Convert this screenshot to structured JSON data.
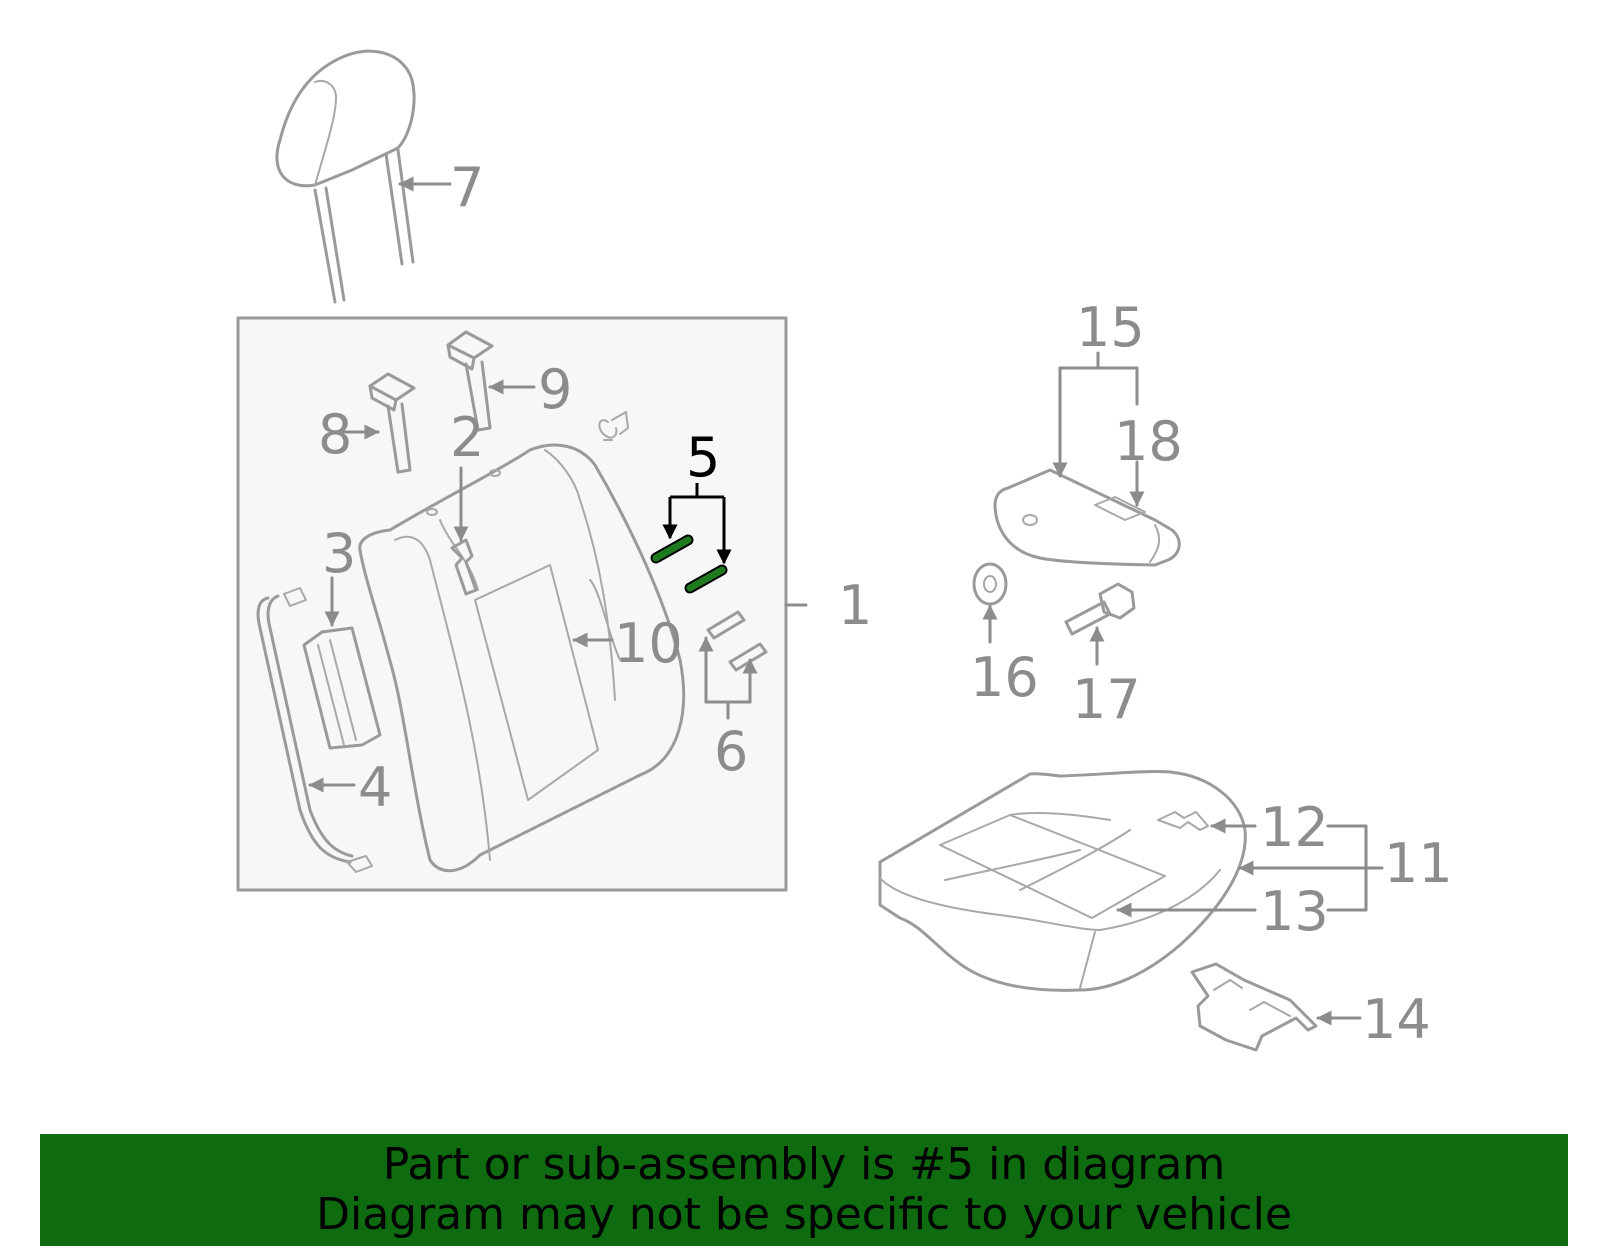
{
  "colors": {
    "background": "#ffffff",
    "line": "#9a9a9a",
    "label": "#8c8c8c",
    "highlight_label": "#000000",
    "highlight_part": "#1e7a1e",
    "frame_fill": "#f7f7f7",
    "banner": "#0f6b10",
    "banner_text": "#000000"
  },
  "highlighted_part": "5",
  "callouts": {
    "p1": "1",
    "p2": "2",
    "p3": "3",
    "p4": "4",
    "p5": "5",
    "p6": "6",
    "p7": "7",
    "p8": "8",
    "p9": "9",
    "p10": "10",
    "p11": "11",
    "p12": "12",
    "p13": "13",
    "p14": "14",
    "p15": "15",
    "p16": "16",
    "p17": "17",
    "p18": "18"
  },
  "banner": {
    "line1": "Part or sub-assembly is #5 in diagram",
    "line2": "Diagram may not be specific to your vehicle"
  }
}
